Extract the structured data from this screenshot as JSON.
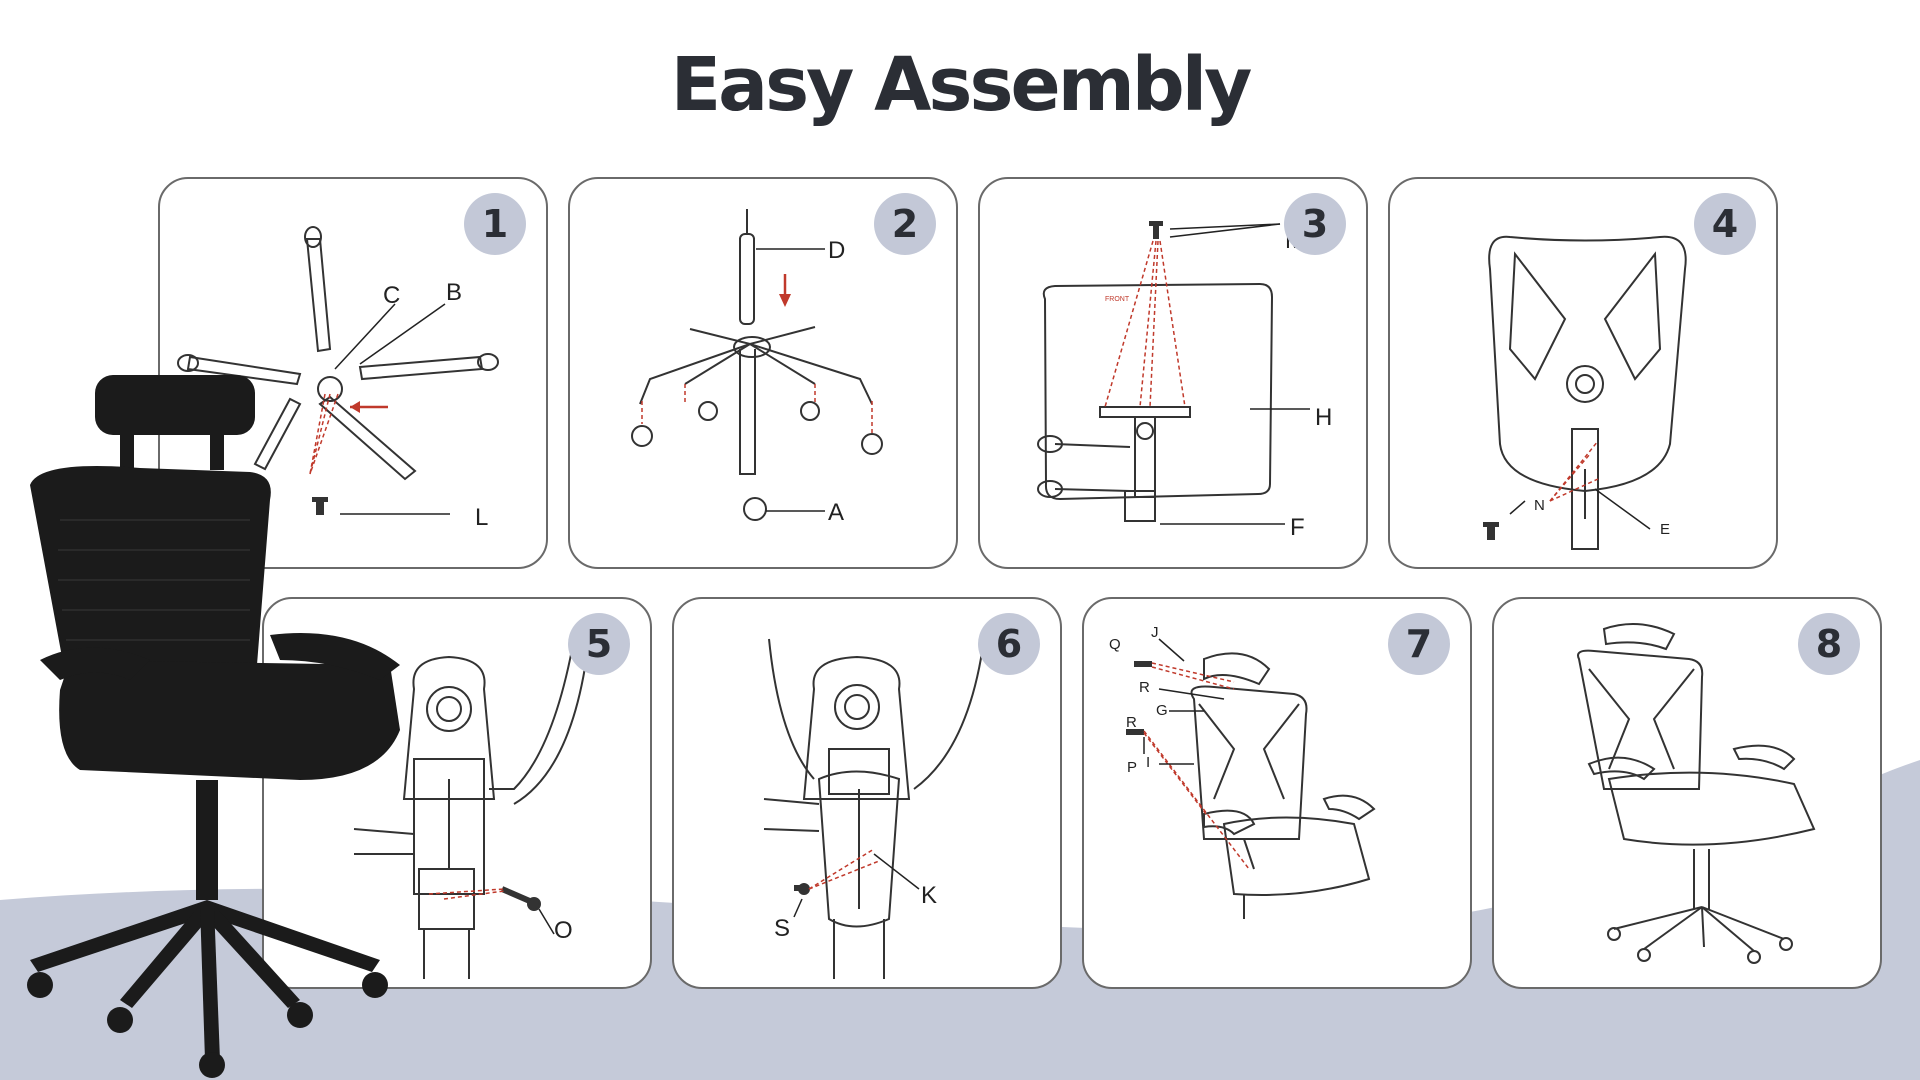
{
  "title": "Easy Assembly",
  "colors": {
    "accent_red": "#c0392b",
    "badge": "#c3c8d7",
    "bg_band": "#c5cad9",
    "ink": "#2b2e35"
  },
  "steps": [
    {
      "number": "1",
      "labels": {
        "c": "C",
        "b": "B",
        "l": "L"
      }
    },
    {
      "number": "2",
      "labels": {
        "d": "D",
        "a": "A"
      }
    },
    {
      "number": "3",
      "labels": {
        "m": "M",
        "h": "H",
        "f": "F",
        "front": "FRONT"
      }
    },
    {
      "number": "4",
      "labels": {
        "n": "N",
        "e": "E"
      }
    },
    {
      "number": "5",
      "labels": {
        "o": "O"
      }
    },
    {
      "number": "6",
      "labels": {
        "k": "K",
        "s": "S"
      }
    },
    {
      "number": "7",
      "labels": {
        "j": "J",
        "q": "Q",
        "r1": "R",
        "i": "I",
        "g": "G",
        "r2": "R",
        "p": "P"
      }
    },
    {
      "number": "8",
      "labels": {}
    }
  ]
}
